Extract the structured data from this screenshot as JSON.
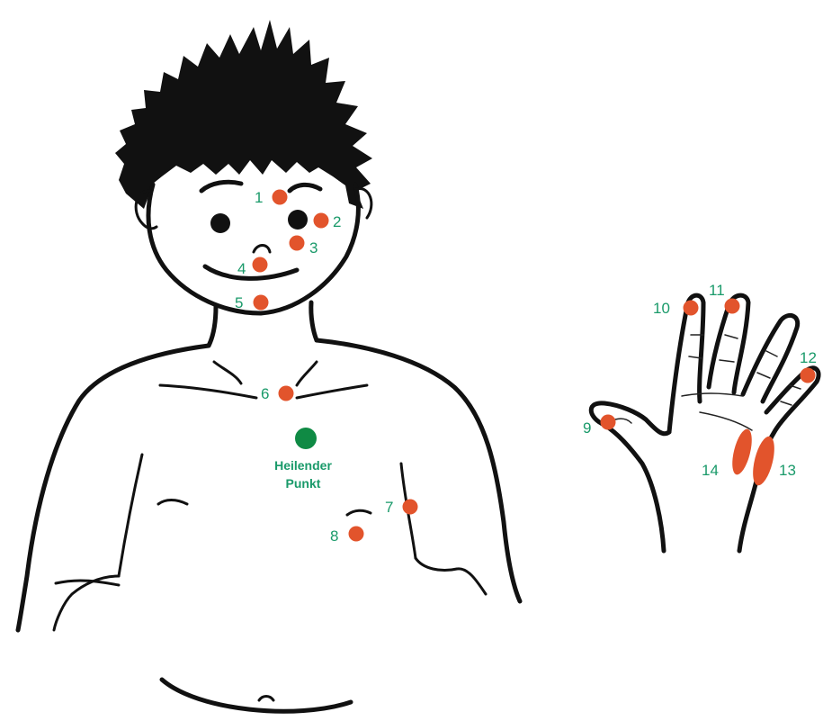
{
  "colors": {
    "outline": "#111111",
    "point": "#e2542c",
    "label": "#1a9a6a",
    "healing_point": "#0f8a44"
  },
  "healing_point": {
    "line1": "Heilender",
    "line2": "Punkt"
  },
  "points": [
    {
      "id": "1",
      "label": "1"
    },
    {
      "id": "2",
      "label": "2"
    },
    {
      "id": "3",
      "label": "3"
    },
    {
      "id": "4",
      "label": "4"
    },
    {
      "id": "5",
      "label": "5"
    },
    {
      "id": "6",
      "label": "6"
    },
    {
      "id": "7",
      "label": "7"
    },
    {
      "id": "8",
      "label": "8"
    },
    {
      "id": "9",
      "label": "9"
    },
    {
      "id": "10",
      "label": "10"
    },
    {
      "id": "11",
      "label": "11"
    },
    {
      "id": "12",
      "label": "12"
    },
    {
      "id": "13",
      "label": "13"
    },
    {
      "id": "14",
      "label": "14"
    }
  ]
}
